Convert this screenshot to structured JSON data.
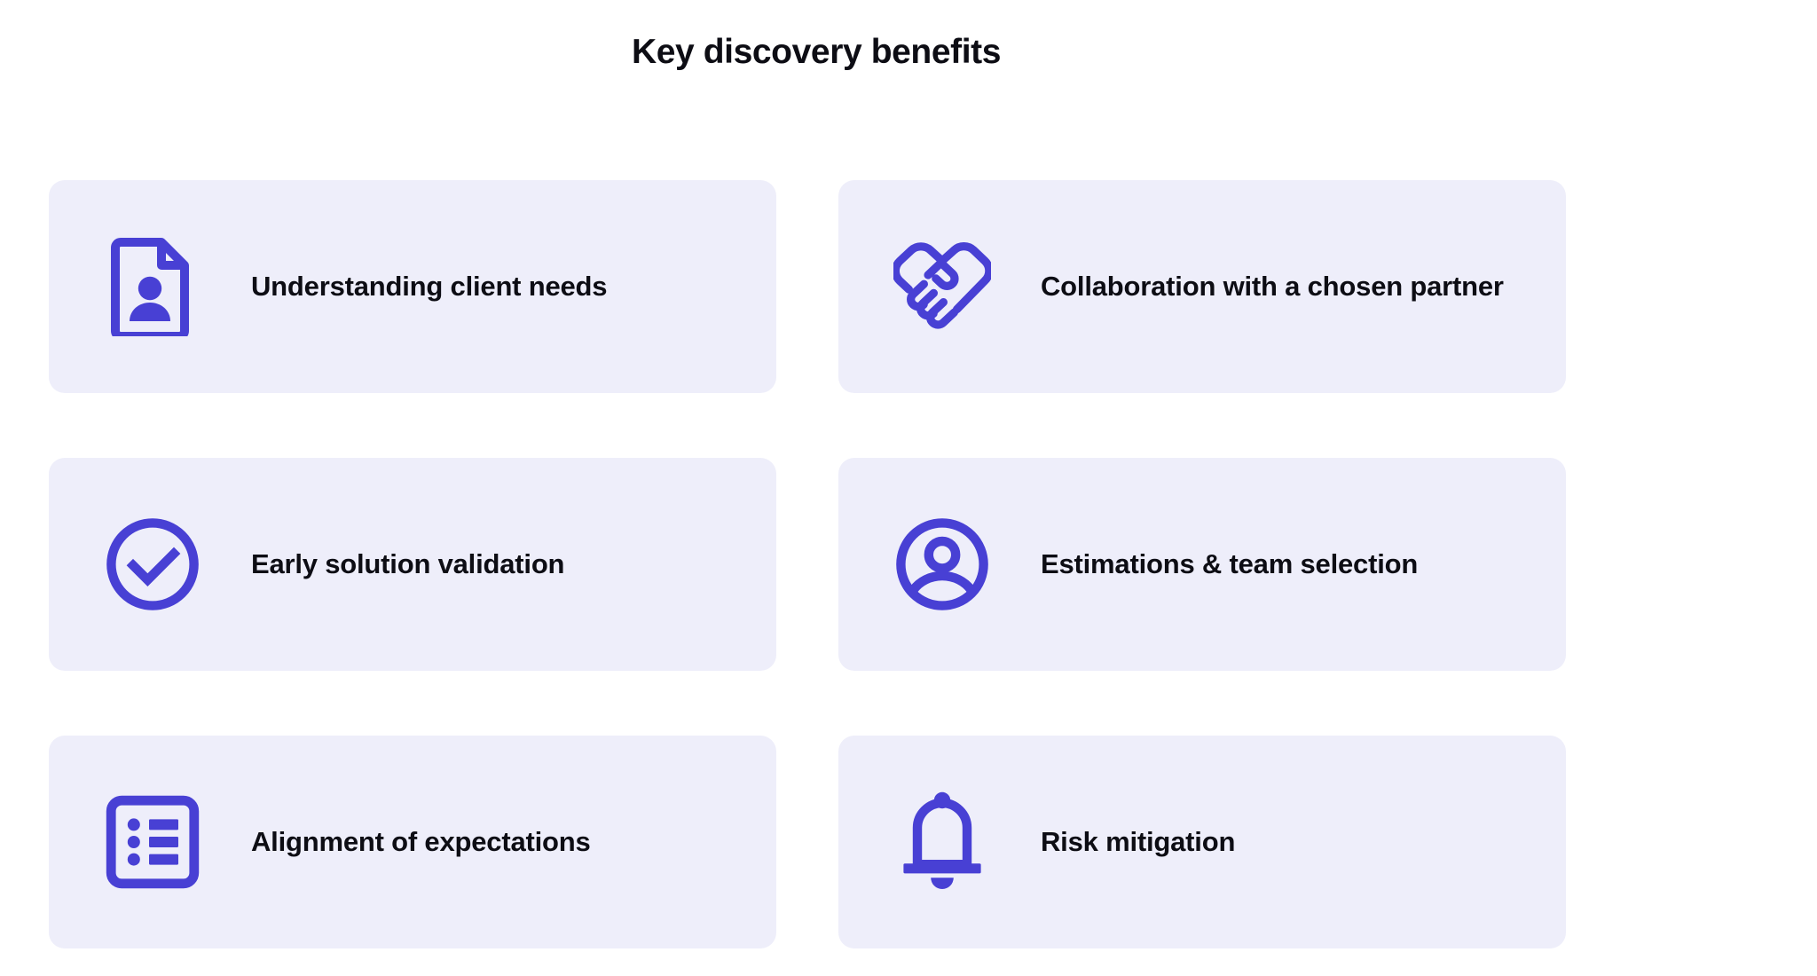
{
  "header": {
    "title": "Key discovery benefits"
  },
  "colors": {
    "card_background": "#eeeefa",
    "icon_accent": "#4840d4",
    "text": "#0d0d14",
    "page_background": "#ffffff"
  },
  "benefits": [
    {
      "label": "Understanding client needs",
      "icon": "document-person-icon"
    },
    {
      "label": "Collaboration with a chosen partner",
      "icon": "handshake-icon"
    },
    {
      "label": "Early solution validation",
      "icon": "check-circle-icon"
    },
    {
      "label": "Estimations & team selection",
      "icon": "user-circle-icon"
    },
    {
      "label": "Alignment of expectations",
      "icon": "checklist-icon"
    },
    {
      "label": "Risk mitigation",
      "icon": "bell-icon"
    }
  ]
}
